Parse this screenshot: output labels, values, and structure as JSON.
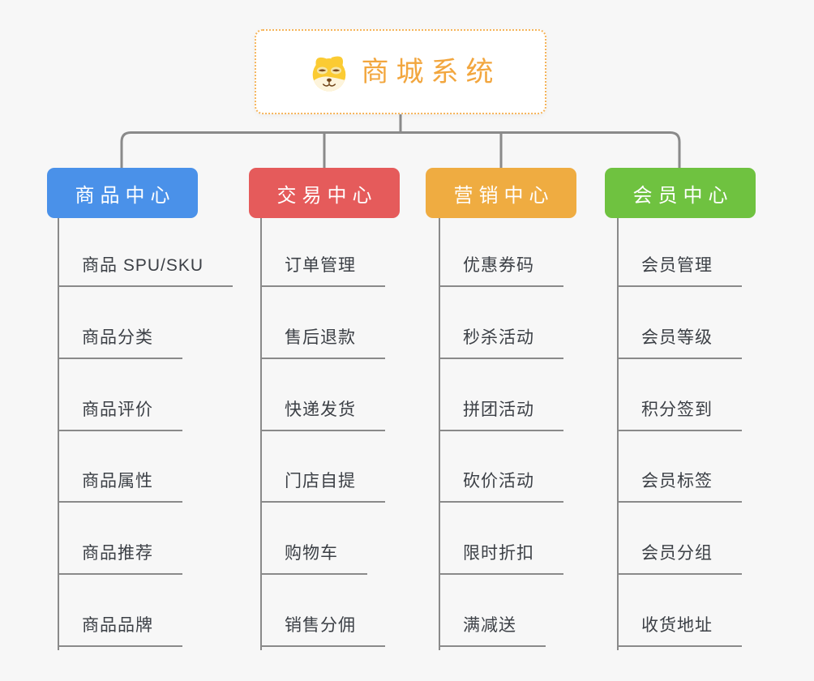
{
  "root": {
    "title": "商城系统",
    "icon": "shiba-dog-face"
  },
  "branches": [
    {
      "label": "商品中心",
      "color": "#4A91E9",
      "items": [
        "商品 SPU/SKU",
        "商品分类",
        "商品评价",
        "商品属性",
        "商品推荐",
        "商品品牌"
      ]
    },
    {
      "label": "交易中心",
      "color": "#E55B5B",
      "items": [
        "订单管理",
        "售后退款",
        "快递发货",
        "门店自提",
        "购物车",
        "销售分佣"
      ]
    },
    {
      "label": "营销中心",
      "color": "#EFAC41",
      "items": [
        "优惠券码",
        "秒杀活动",
        "拼团活动",
        "砍价活动",
        "限时折扣",
        "满减送"
      ]
    },
    {
      "label": "会员中心",
      "color": "#6FC240",
      "items": [
        "会员管理",
        "会员等级",
        "积分签到",
        "会员标签",
        "会员分组",
        "收货地址"
      ]
    }
  ],
  "style": {
    "background": "#F7F7F7",
    "accent_orange": "#F2A63E",
    "root_border": "#F5B45A",
    "connector_gray": "#8A8A8A",
    "item_text": "#3C4046"
  }
}
